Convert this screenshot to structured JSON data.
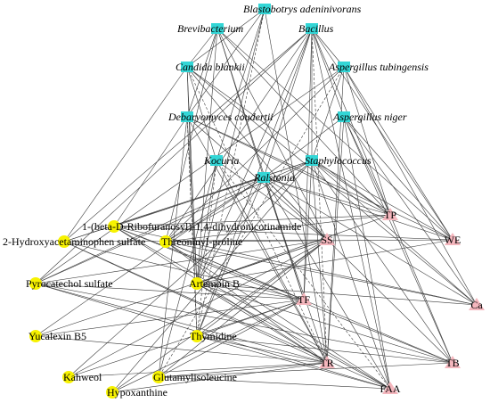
{
  "colors": {
    "microbe": "#33d6d6",
    "metabolite": "#f7f200",
    "property": "#f4b6bd",
    "edge": "#3a3a3a"
  },
  "microbes": [
    {
      "id": "blastobotrys",
      "label": "Blastobotrys adeninivorans"
    },
    {
      "id": "brevibacterium",
      "label": "Brevibacterium"
    },
    {
      "id": "bacillus",
      "label": "Bacillus"
    },
    {
      "id": "candida",
      "label": "Candida blankii"
    },
    {
      "id": "aspergillus_t",
      "label": "Aspergillus tubingensis"
    },
    {
      "id": "debaryomyces",
      "label": "Debaryomyces coudertii"
    },
    {
      "id": "aspergillus_n",
      "label": "Aspergillus niger"
    },
    {
      "id": "kocuria",
      "label": "Kocuria"
    },
    {
      "id": "staphylococcus",
      "label": "Staphylococcus"
    },
    {
      "id": "ralstonia",
      "label": "Ralstonia"
    }
  ],
  "metabolites": [
    {
      "id": "ribofuranosyl",
      "label": "1-(beta-D-Ribofuranosyl)-1,4-dihydronicotinamide"
    },
    {
      "id": "hydroxyacet",
      "label": "2-Hydroxyacetaminophen sulfate"
    },
    {
      "id": "threonyl",
      "label": "Threoninyl-proline"
    },
    {
      "id": "pyrocatechol",
      "label": "Pyrocatechol sulfate"
    },
    {
      "id": "artemoin",
      "label": "Artemoin B"
    },
    {
      "id": "yucalexin",
      "label": "Yucalexin B5"
    },
    {
      "id": "thymidine",
      "label": "Thymidine"
    },
    {
      "id": "kahweol",
      "label": "Kahweol"
    },
    {
      "id": "glutamyl",
      "label": "Glutamylisoleucine"
    },
    {
      "id": "hypoxanthine",
      "label": "Hypoxanthine"
    }
  ],
  "properties": [
    {
      "id": "TP",
      "label": "TP"
    },
    {
      "id": "SS",
      "label": "SS"
    },
    {
      "id": "WE",
      "label": "WE"
    },
    {
      "id": "TF",
      "label": "TF"
    },
    {
      "id": "Ca",
      "label": "Ca"
    },
    {
      "id": "TR",
      "label": "TR"
    },
    {
      "id": "TB",
      "label": "TB"
    },
    {
      "id": "FAA",
      "label": "FAA"
    }
  ],
  "edges": [
    [
      "blastobotrys",
      "candida"
    ],
    [
      "blastobotrys",
      "debaryomyces"
    ],
    [
      "blastobotrys",
      "kocuria"
    ],
    [
      "blastobotrys",
      "thymidine"
    ],
    [
      "blastobotrys",
      "TR"
    ],
    [
      "blastobotrys",
      "artemoin"
    ],
    [
      "brevibacterium",
      "candida"
    ],
    [
      "brevibacterium",
      "debaryomyces"
    ],
    [
      "brevibacterium",
      "ralstonia"
    ],
    [
      "brevibacterium",
      "threonyl"
    ],
    [
      "brevibacterium",
      "artemoin"
    ],
    [
      "brevibacterium",
      "TP"
    ],
    [
      "brevibacterium",
      "WE"
    ],
    [
      "brevibacterium",
      "SS"
    ],
    [
      "brevibacterium",
      "TF"
    ],
    [
      "bacillus",
      "aspergillus_t"
    ],
    [
      "bacillus",
      "aspergillus_n"
    ],
    [
      "bacillus",
      "staphylococcus"
    ],
    [
      "bacillus",
      "ralstonia"
    ],
    [
      "bacillus",
      "TR"
    ],
    [
      "bacillus",
      "TF"
    ],
    [
      "bacillus",
      "FAA"
    ],
    [
      "bacillus",
      "TB"
    ],
    [
      "bacillus",
      "hydroxyacet"
    ],
    [
      "bacillus",
      "threonyl"
    ],
    [
      "bacillus",
      "pyrocatechol"
    ],
    [
      "bacillus",
      "artemoin"
    ],
    [
      "bacillus",
      "thymidine"
    ],
    [
      "bacillus",
      "WE"
    ],
    [
      "candida",
      "kocuria"
    ],
    [
      "candida",
      "TR"
    ],
    [
      "candida",
      "thymidine"
    ],
    [
      "candida",
      "SS"
    ],
    [
      "candida",
      "TP"
    ],
    [
      "candida",
      "Ca"
    ],
    [
      "candida",
      "hydroxyacet"
    ],
    [
      "candida",
      "artemoin"
    ],
    [
      "aspergillus_t",
      "TP"
    ],
    [
      "aspergillus_t",
      "WE"
    ],
    [
      "aspergillus_t",
      "Ca"
    ],
    [
      "aspergillus_t",
      "staphylococcus"
    ],
    [
      "aspergillus_t",
      "threonyl"
    ],
    [
      "aspergillus_t",
      "TR"
    ],
    [
      "aspergillus_t",
      "glutamyl"
    ],
    [
      "aspergillus_t",
      "pyrocatechol"
    ],
    [
      "debaryomyces",
      "TR"
    ],
    [
      "debaryomyces",
      "thymidine"
    ],
    [
      "debaryomyces",
      "glutamyl"
    ],
    [
      "debaryomyces",
      "SS"
    ],
    [
      "debaryomyces",
      "TP"
    ],
    [
      "debaryomyces",
      "WE"
    ],
    [
      "debaryomyces",
      "artemoin"
    ],
    [
      "debaryomyces",
      "ribofuranosyl"
    ],
    [
      "aspergillus_n",
      "TP"
    ],
    [
      "aspergillus_n",
      "WE"
    ],
    [
      "aspergillus_n",
      "Ca"
    ],
    [
      "aspergillus_n",
      "TB"
    ],
    [
      "aspergillus_n",
      "FAA"
    ],
    [
      "aspergillus_n",
      "TR"
    ],
    [
      "aspergillus_n",
      "ralstonia"
    ],
    [
      "kocuria",
      "TR"
    ],
    [
      "kocuria",
      "FAA"
    ],
    [
      "kocuria",
      "thymidine"
    ],
    [
      "kocuria",
      "artemoin"
    ],
    [
      "kocuria",
      "glutamyl"
    ],
    [
      "kocuria",
      "SS"
    ],
    [
      "staphylococcus",
      "TR"
    ],
    [
      "staphylococcus",
      "TF"
    ],
    [
      "staphylococcus",
      "FAA"
    ],
    [
      "staphylococcus",
      "TB"
    ],
    [
      "staphylococcus",
      "Ca"
    ],
    [
      "staphylococcus",
      "WE"
    ],
    [
      "staphylococcus",
      "TP"
    ],
    [
      "staphylococcus",
      "hydroxyacet"
    ],
    [
      "staphylococcus",
      "threonyl"
    ],
    [
      "staphylococcus",
      "pyrocatechol"
    ],
    [
      "staphylococcus",
      "kahweol"
    ],
    [
      "staphylococcus",
      "hypoxanthine"
    ],
    [
      "staphylococcus",
      "ribofuranosyl"
    ],
    [
      "ralstonia",
      "TR"
    ],
    [
      "ralstonia",
      "TF"
    ],
    [
      "ralstonia",
      "FAA"
    ],
    [
      "ralstonia",
      "TB"
    ],
    [
      "ralstonia",
      "Ca"
    ],
    [
      "ralstonia",
      "WE"
    ],
    [
      "ralstonia",
      "TP"
    ],
    [
      "ralstonia",
      "SS"
    ],
    [
      "ralstonia",
      "hydroxyacet"
    ],
    [
      "ralstonia",
      "threonyl"
    ],
    [
      "ralstonia",
      "pyrocatechol"
    ],
    [
      "ralstonia",
      "yucalexin"
    ],
    [
      "ralstonia",
      "thymidine"
    ],
    [
      "ralstonia",
      "artemoin"
    ],
    [
      "ribofuranosyl",
      "TP"
    ],
    [
      "ribofuranosyl",
      "Ca"
    ],
    [
      "ribofuranosyl",
      "TB"
    ],
    [
      "ribofuranosyl",
      "TF"
    ],
    [
      "ribofuranosyl",
      "FAA"
    ],
    [
      "ribofuranosyl",
      "WE"
    ],
    [
      "ribofuranosyl",
      "TR"
    ],
    [
      "hydroxyacet",
      "TF"
    ],
    [
      "hydroxyacet",
      "TR"
    ],
    [
      "hydroxyacet",
      "SS"
    ],
    [
      "hydroxyacet",
      "FAA"
    ],
    [
      "threonyl",
      "TF"
    ],
    [
      "threonyl",
      "TR"
    ],
    [
      "threonyl",
      "FAA"
    ],
    [
      "threonyl",
      "TB"
    ],
    [
      "threonyl",
      "WE"
    ],
    [
      "threonyl",
      "Ca"
    ],
    [
      "threonyl",
      "TP"
    ],
    [
      "pyrocatechol",
      "TF"
    ],
    [
      "pyrocatechol",
      "SS"
    ],
    [
      "pyrocatechol",
      "TR"
    ],
    [
      "pyrocatechol",
      "FAA"
    ],
    [
      "pyrocatechol",
      "TB"
    ],
    [
      "artemoin",
      "TF"
    ],
    [
      "artemoin",
      "TR"
    ],
    [
      "artemoin",
      "FAA"
    ],
    [
      "artemoin",
      "TB"
    ],
    [
      "artemoin",
      "Ca"
    ],
    [
      "artemoin",
      "SS"
    ],
    [
      "artemoin",
      "TP"
    ],
    [
      "artemoin",
      "WE"
    ],
    [
      "yucalexin",
      "TF"
    ],
    [
      "yucalexin",
      "SS"
    ],
    [
      "yucalexin",
      "TR"
    ],
    [
      "thymidine",
      "TF"
    ],
    [
      "thymidine",
      "TR"
    ],
    [
      "thymidine",
      "FAA"
    ],
    [
      "thymidine",
      "TB"
    ],
    [
      "thymidine",
      "SS"
    ],
    [
      "kahweol",
      "TF"
    ],
    [
      "kahweol",
      "TR"
    ],
    [
      "kahweol",
      "SS"
    ],
    [
      "glutamyl",
      "TF"
    ],
    [
      "glutamyl",
      "TR"
    ],
    [
      "glutamyl",
      "FAA"
    ],
    [
      "glutamyl",
      "TB"
    ],
    [
      "glutamyl",
      "SS"
    ],
    [
      "hypoxanthine",
      "TF"
    ],
    [
      "hypoxanthine",
      "TR"
    ],
    [
      "hypoxanthine",
      "SS"
    ]
  ],
  "dashed_edges": [
    [
      "debaryomyces",
      "thymidine"
    ],
    [
      "kocuria",
      "thymidine"
    ],
    [
      "bacillus",
      "TR"
    ],
    [
      "kocuria",
      "FAA"
    ],
    [
      "candida",
      "TR"
    ],
    [
      "blastobotrys",
      "thymidine"
    ],
    [
      "aspergillus_t",
      "glutamyl"
    ]
  ]
}
